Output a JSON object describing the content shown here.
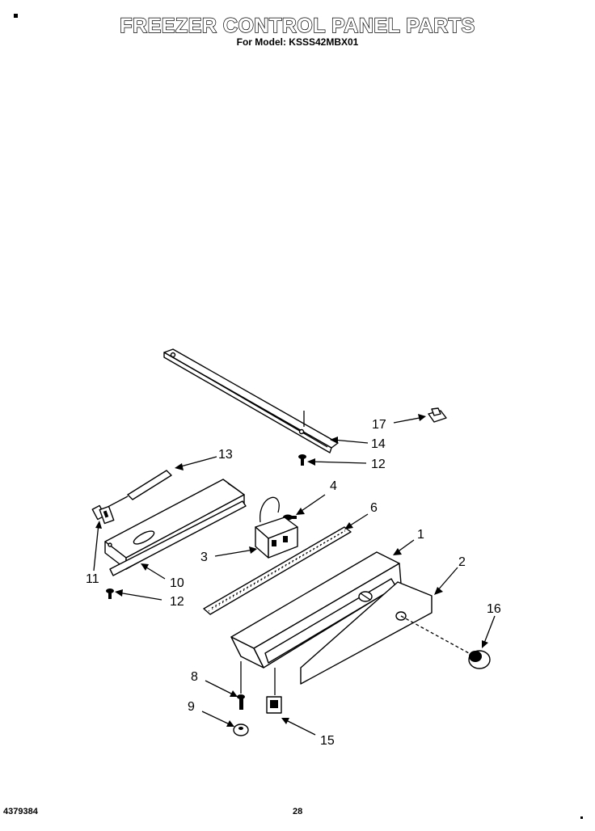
{
  "header": {
    "title": "FREEZER CONTROL PANEL PARTS",
    "subtitle": "For Model: KSSS42MBX01"
  },
  "callouts": [
    "1",
    "2",
    "3",
    "4",
    "6",
    "8",
    "9",
    "10",
    "11",
    "12",
    "12",
    "13",
    "14",
    "15",
    "16",
    "17"
  ],
  "footer": {
    "doc_number": "4379384",
    "page_number": "28"
  }
}
